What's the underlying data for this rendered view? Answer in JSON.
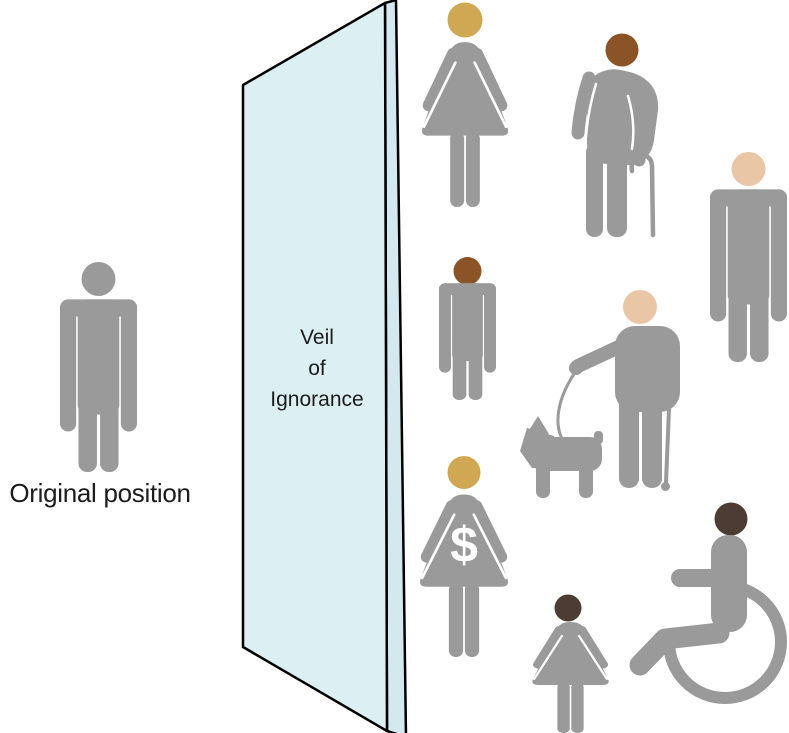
{
  "labels": {
    "original_position": "Original position",
    "veil": [
      "Veil",
      "of",
      "Ignorance"
    ]
  },
  "palette": {
    "body_gray": "#9a9a9a",
    "veil_fill": "#dceff2",
    "veil_side": "#d3e9ef",
    "veil_border": "#000000",
    "text": "#1c1c1c",
    "background": "#ffffff"
  },
  "figures": {
    "original_person": {
      "icon": "standing-man-icon",
      "skin": "#9a9a9a"
    },
    "blonde_woman": {
      "icon": "standing-woman-icon",
      "skin": "#d0a854"
    },
    "elderly_man": {
      "icon": "hunched-man-with-cane-icon",
      "skin": "#8a5426"
    },
    "adult_man": {
      "icon": "standing-man-icon",
      "skin": "#e9c6a5"
    },
    "boy": {
      "icon": "standing-boy-icon",
      "skin": "#8a5426"
    },
    "blind_man": {
      "icon": "man-with-guide-dog-and-cane-icon",
      "skin": "#e9c6a5"
    },
    "wealthy_woman": {
      "icon": "woman-with-dollar-sign-icon",
      "skin": "#d0a854",
      "symbol": "$"
    },
    "girl": {
      "icon": "standing-girl-icon",
      "skin": "#4c3c33"
    },
    "wheelchair_user": {
      "icon": "person-in-wheelchair-icon",
      "skin": "#4c3c33"
    }
  }
}
